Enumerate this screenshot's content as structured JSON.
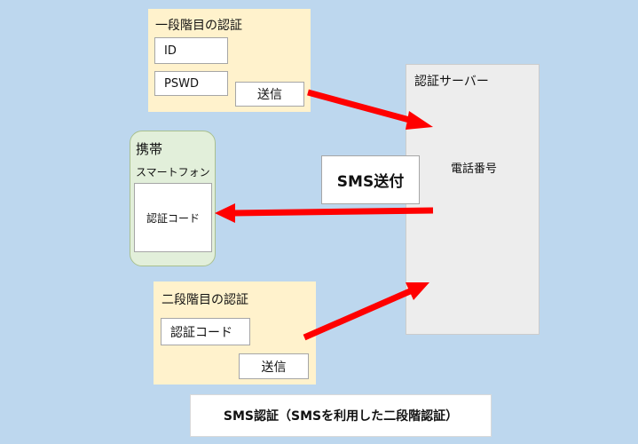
{
  "step1": {
    "title": "一段階目の認証",
    "id_field": "ID",
    "pswd_field": "PSWD",
    "send_button": "送信"
  },
  "phone": {
    "title": "携帯",
    "subtitle": "スマートフォン",
    "code_label": "認証コード"
  },
  "server": {
    "title": "認証サーバー",
    "phone_number": "電話番号"
  },
  "sms_label": "SMS送付",
  "step2": {
    "title": "二段階目の認証",
    "code_field": "認証コード",
    "send_button": "送信"
  },
  "caption": "SMS認証（SMSを利用した二段階認証）",
  "colors": {
    "background": "#bdd7ee",
    "panel": "#fff2cc",
    "phone": "#e2efda",
    "server": "#ededed",
    "arrow": "#ff0000"
  }
}
